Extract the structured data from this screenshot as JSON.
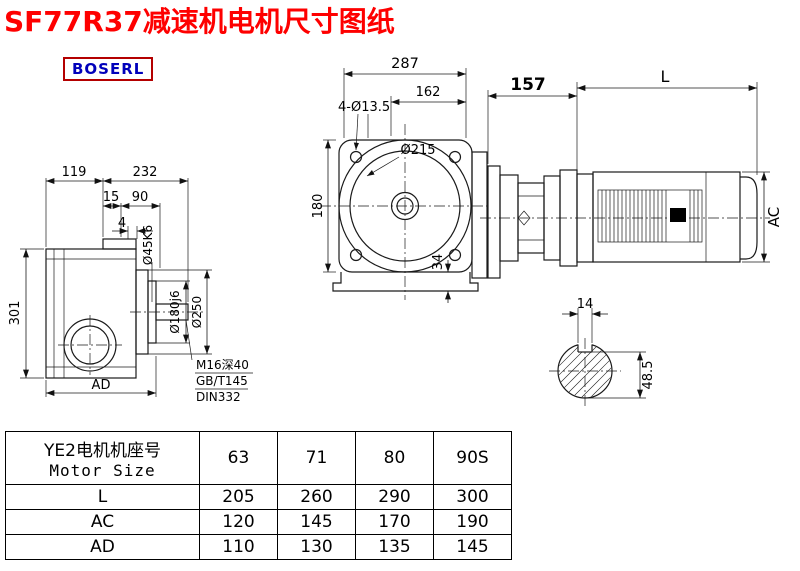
{
  "title": "SF77R37减速机电机尺寸图纸",
  "logo": "BOSERL",
  "drawing": {
    "left_view": {
      "dim_119": "119",
      "dim_232": "232",
      "dim_15": "15",
      "dim_90": "90",
      "dim_4": "4",
      "dim_301": "301",
      "dim_AD": "AD",
      "dim_shaft": "Ø45K6",
      "dim_spigot": "Ø180j6",
      "dim_flange": "Ø250",
      "note_1": "M16深40",
      "note_2": "GB/T145",
      "note_3": "DIN332"
    },
    "front_view": {
      "dim_287": "287",
      "dim_162": "162",
      "dim_holes": "4-Ø13.5",
      "dim_bore": "Ø215",
      "dim_180": "180",
      "dim_34": "34"
    },
    "side_view": {
      "dim_157": "157",
      "dim_L": "L",
      "dim_AC": "AC"
    },
    "shaft_section": {
      "dim_14": "14",
      "dim_48_5": "48.5"
    }
  },
  "table": {
    "header_cn": "YE2电机机座号",
    "header_en": "Motor Size",
    "sizes": [
      "63",
      "71",
      "80",
      "90S"
    ],
    "rows": [
      {
        "label": "L",
        "values": [
          "205",
          "260",
          "290",
          "300"
        ]
      },
      {
        "label": "AC",
        "values": [
          "120",
          "145",
          "170",
          "190"
        ]
      },
      {
        "label": "AD",
        "values": [
          "110",
          "130",
          "135",
          "145"
        ]
      }
    ]
  }
}
